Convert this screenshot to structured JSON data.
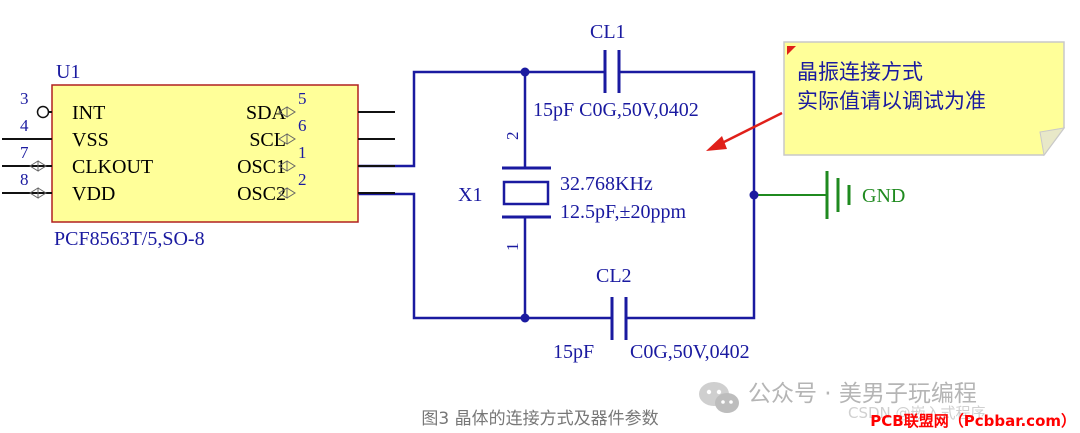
{
  "colors": {
    "wire": "#1a1aa0",
    "pin": "#111111",
    "chip_fill": "#ffff99",
    "chip_stroke": "#b02020",
    "ref_text": "#1a1aa0",
    "pin_text": "#000000",
    "ground": "#1f8a1f",
    "note_fill": "#ffff99",
    "note_stroke": "#c9c9c9",
    "note_text": "#1a1aa0",
    "arrow": "#e0201a",
    "caption": "#777777",
    "watermark": "#b5b5b5",
    "badge": "#ff0000"
  },
  "chip": {
    "ref": "U1",
    "part": "PCF8563T/5,SO-8",
    "left_pins": [
      {
        "number": "3",
        "name": "INT"
      },
      {
        "number": "4",
        "name": "VSS"
      },
      {
        "number": "7",
        "name": "CLKOUT"
      },
      {
        "number": "8",
        "name": "VDD"
      }
    ],
    "right_pins": [
      {
        "number": "5",
        "name": "SDA"
      },
      {
        "number": "6",
        "name": "SCL"
      },
      {
        "number": "1",
        "name": "OSC1"
      },
      {
        "number": "2",
        "name": "OSC2"
      }
    ]
  },
  "crystal": {
    "ref": "X1",
    "value": "32.768KHz",
    "spec": "12.5pF,±20ppm",
    "pin_top": "2",
    "pin_bottom": "1"
  },
  "cap1": {
    "ref": "CL1",
    "value": "15pF C0G,50V,0402"
  },
  "cap2": {
    "ref": "CL2",
    "value_left": "15pF",
    "value_right": "C0G,50V,0402"
  },
  "ground": {
    "label": "GND"
  },
  "note": {
    "line1": "晶振连接方式",
    "line2": "实际值请以调试为准"
  },
  "caption": "图3 晶体的连接方式及器件参数",
  "watermark": {
    "wechat": "公众号 · 美男子玩编程",
    "csdn": "CSDN @嵌入式程序"
  },
  "badge": "PCB联盟网（Pcbbar.com）"
}
